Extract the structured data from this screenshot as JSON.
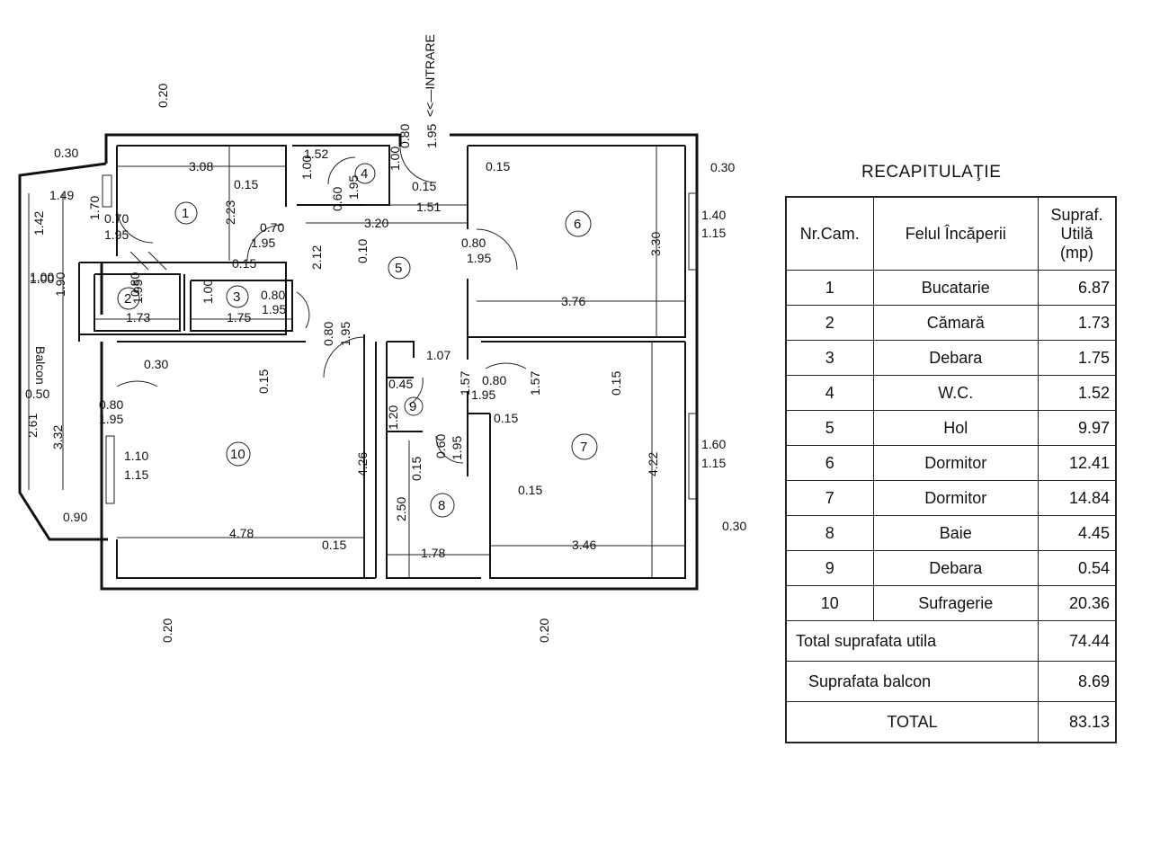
{
  "plan": {
    "entrance": "<<—INTRARE",
    "balcony_label": "Balcon",
    "rooms": [
      "1",
      "2",
      "3",
      "4",
      "5",
      "6",
      "7",
      "8",
      "9",
      "10"
    ],
    "dimensions": [
      "0.20",
      "0.30",
      "3.08",
      "1.49",
      "1.70",
      "0.70",
      "1.95",
      "1.42",
      "1.00",
      "1.90",
      "2.23",
      "0.15",
      "1.52",
      "1.00",
      "0.60",
      "1.95",
      "0.80",
      "1.95",
      "1.00",
      "0.15",
      "0.15",
      "1.51",
      "3.20",
      "0.10",
      "0.15",
      "2.12",
      "0.70",
      "1.95",
      "0.80",
      "1.95",
      "3.30",
      "0.30",
      "1.40",
      "1.15",
      "1.00",
      "0.80",
      "1.95",
      "1.73",
      "1.00",
      "1.75",
      "0.80",
      "1.95",
      "3.76",
      "0.80",
      "1.95",
      "0.30",
      "0.50",
      "0.80",
      "1.95",
      "0.15",
      "1.07",
      "1.57",
      "0.80",
      "1.95",
      "1.57",
      "0.15",
      "0.45",
      "1.20",
      "0.15",
      "2.61",
      "3.32",
      "1.10",
      "1.15",
      "4.26",
      "0.60",
      "1.95",
      "0.15",
      "4.22",
      "1.60",
      "1.15",
      "0.15",
      "2.50",
      "0.90",
      "4.78",
      "0.15",
      "1.78",
      "3.46",
      "0.30",
      "0.20",
      "0.20"
    ]
  },
  "recap": {
    "title": "RECAPITULAŢIE",
    "headers": {
      "nr": "Nr.Cam.",
      "name": "Felul Încăperii",
      "area": "Supraf. Utilă (mp)"
    },
    "rows": [
      {
        "nr": "1",
        "name": "Bucatarie",
        "area": "6.87"
      },
      {
        "nr": "2",
        "name": "Cămară",
        "area": "1.73"
      },
      {
        "nr": "3",
        "name": "Debara",
        "area": "1.75"
      },
      {
        "nr": "4",
        "name": "W.C.",
        "area": "1.52"
      },
      {
        "nr": "5",
        "name": "Hol",
        "area": "9.97"
      },
      {
        "nr": "6",
        "name": "Dormitor",
        "area": "12.41"
      },
      {
        "nr": "7",
        "name": "Dormitor",
        "area": "14.84"
      },
      {
        "nr": "8",
        "name": "Baie",
        "area": "4.45"
      },
      {
        "nr": "9",
        "name": "Debara",
        "area": "0.54"
      },
      {
        "nr": "10",
        "name": "Sufragerie",
        "area": "20.36"
      }
    ],
    "total_useful": {
      "label": "Total suprafata utila",
      "value": "74.44"
    },
    "balcony": {
      "label": "Suprafata balcon",
      "value": "8.69"
    },
    "total": {
      "label": "TOTAL",
      "value": "83.13"
    }
  }
}
